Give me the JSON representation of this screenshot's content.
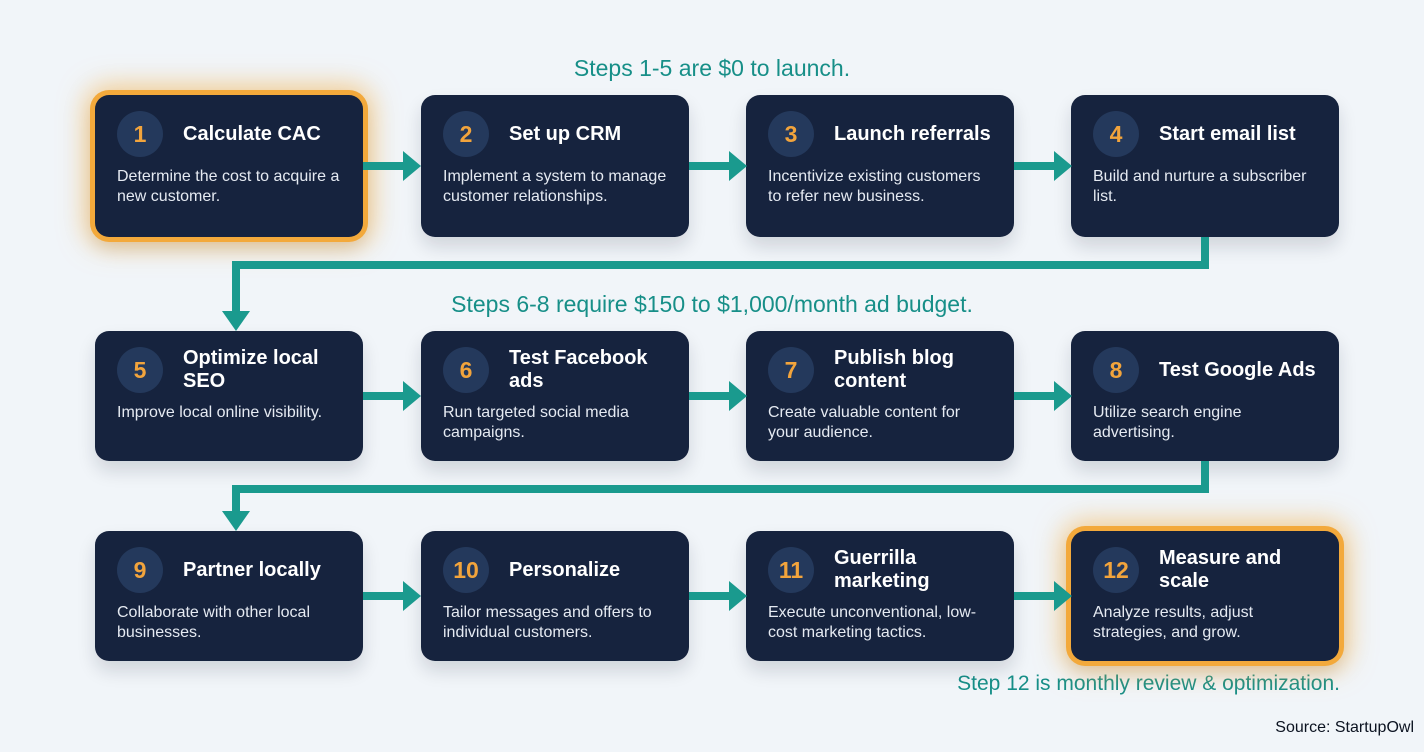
{
  "annotations": {
    "row1": "Steps 1-5 are $0 to launch.",
    "row2": "Steps 6-8 require $150 to $1,000/month ad budget.",
    "row3": "Step 12 is monthly review & optimization."
  },
  "source_label": "Source: StartupOwl",
  "colors": {
    "background": "#f1f5f9",
    "card_background": "#16233e",
    "badge_background": "#24395c",
    "badge_number": "#f2a43c",
    "arrow_teal": "#1a9a8e",
    "annotation_teal": "#178f88",
    "highlight_orange": "#f3a93b",
    "title_text": "#ffffff",
    "description_text": "#e5eaf2"
  },
  "steps": [
    {
      "number": "1",
      "title": "Calculate CAC",
      "description": "Determine the cost to acquire a new customer.",
      "highlighted": true
    },
    {
      "number": "2",
      "title": "Set up CRM",
      "description": "Implement a system to manage customer relationships.",
      "highlighted": false
    },
    {
      "number": "3",
      "title": "Launch referrals",
      "description": "Incentivize existing customers to refer new business.",
      "highlighted": false
    },
    {
      "number": "4",
      "title": "Start email list",
      "description": "Build and nurture a subscriber list.",
      "highlighted": false
    },
    {
      "number": "5",
      "title": "Optimize local SEO",
      "description": "Improve local online visibility.",
      "highlighted": false
    },
    {
      "number": "6",
      "title": "Test Facebook ads",
      "description": "Run targeted social media campaigns.",
      "highlighted": false
    },
    {
      "number": "7",
      "title": "Publish blog content",
      "description": "Create valuable content for your audience.",
      "highlighted": false
    },
    {
      "number": "8",
      "title": "Test Google Ads",
      "description": "Utilize search engine advertising.",
      "highlighted": false
    },
    {
      "number": "9",
      "title": "Partner locally",
      "description": "Collaborate with other local businesses.",
      "highlighted": false
    },
    {
      "number": "10",
      "title": "Personalize",
      "description": "Tailor messages and offers to individual customers.",
      "highlighted": false
    },
    {
      "number": "11",
      "title": "Guerrilla marketing",
      "description": "Execute unconventional, low-cost marketing tactics.",
      "highlighted": false
    },
    {
      "number": "12",
      "title": "Measure and scale",
      "description": "Analyze results, adjust strategies, and grow.",
      "highlighted": true
    }
  ]
}
